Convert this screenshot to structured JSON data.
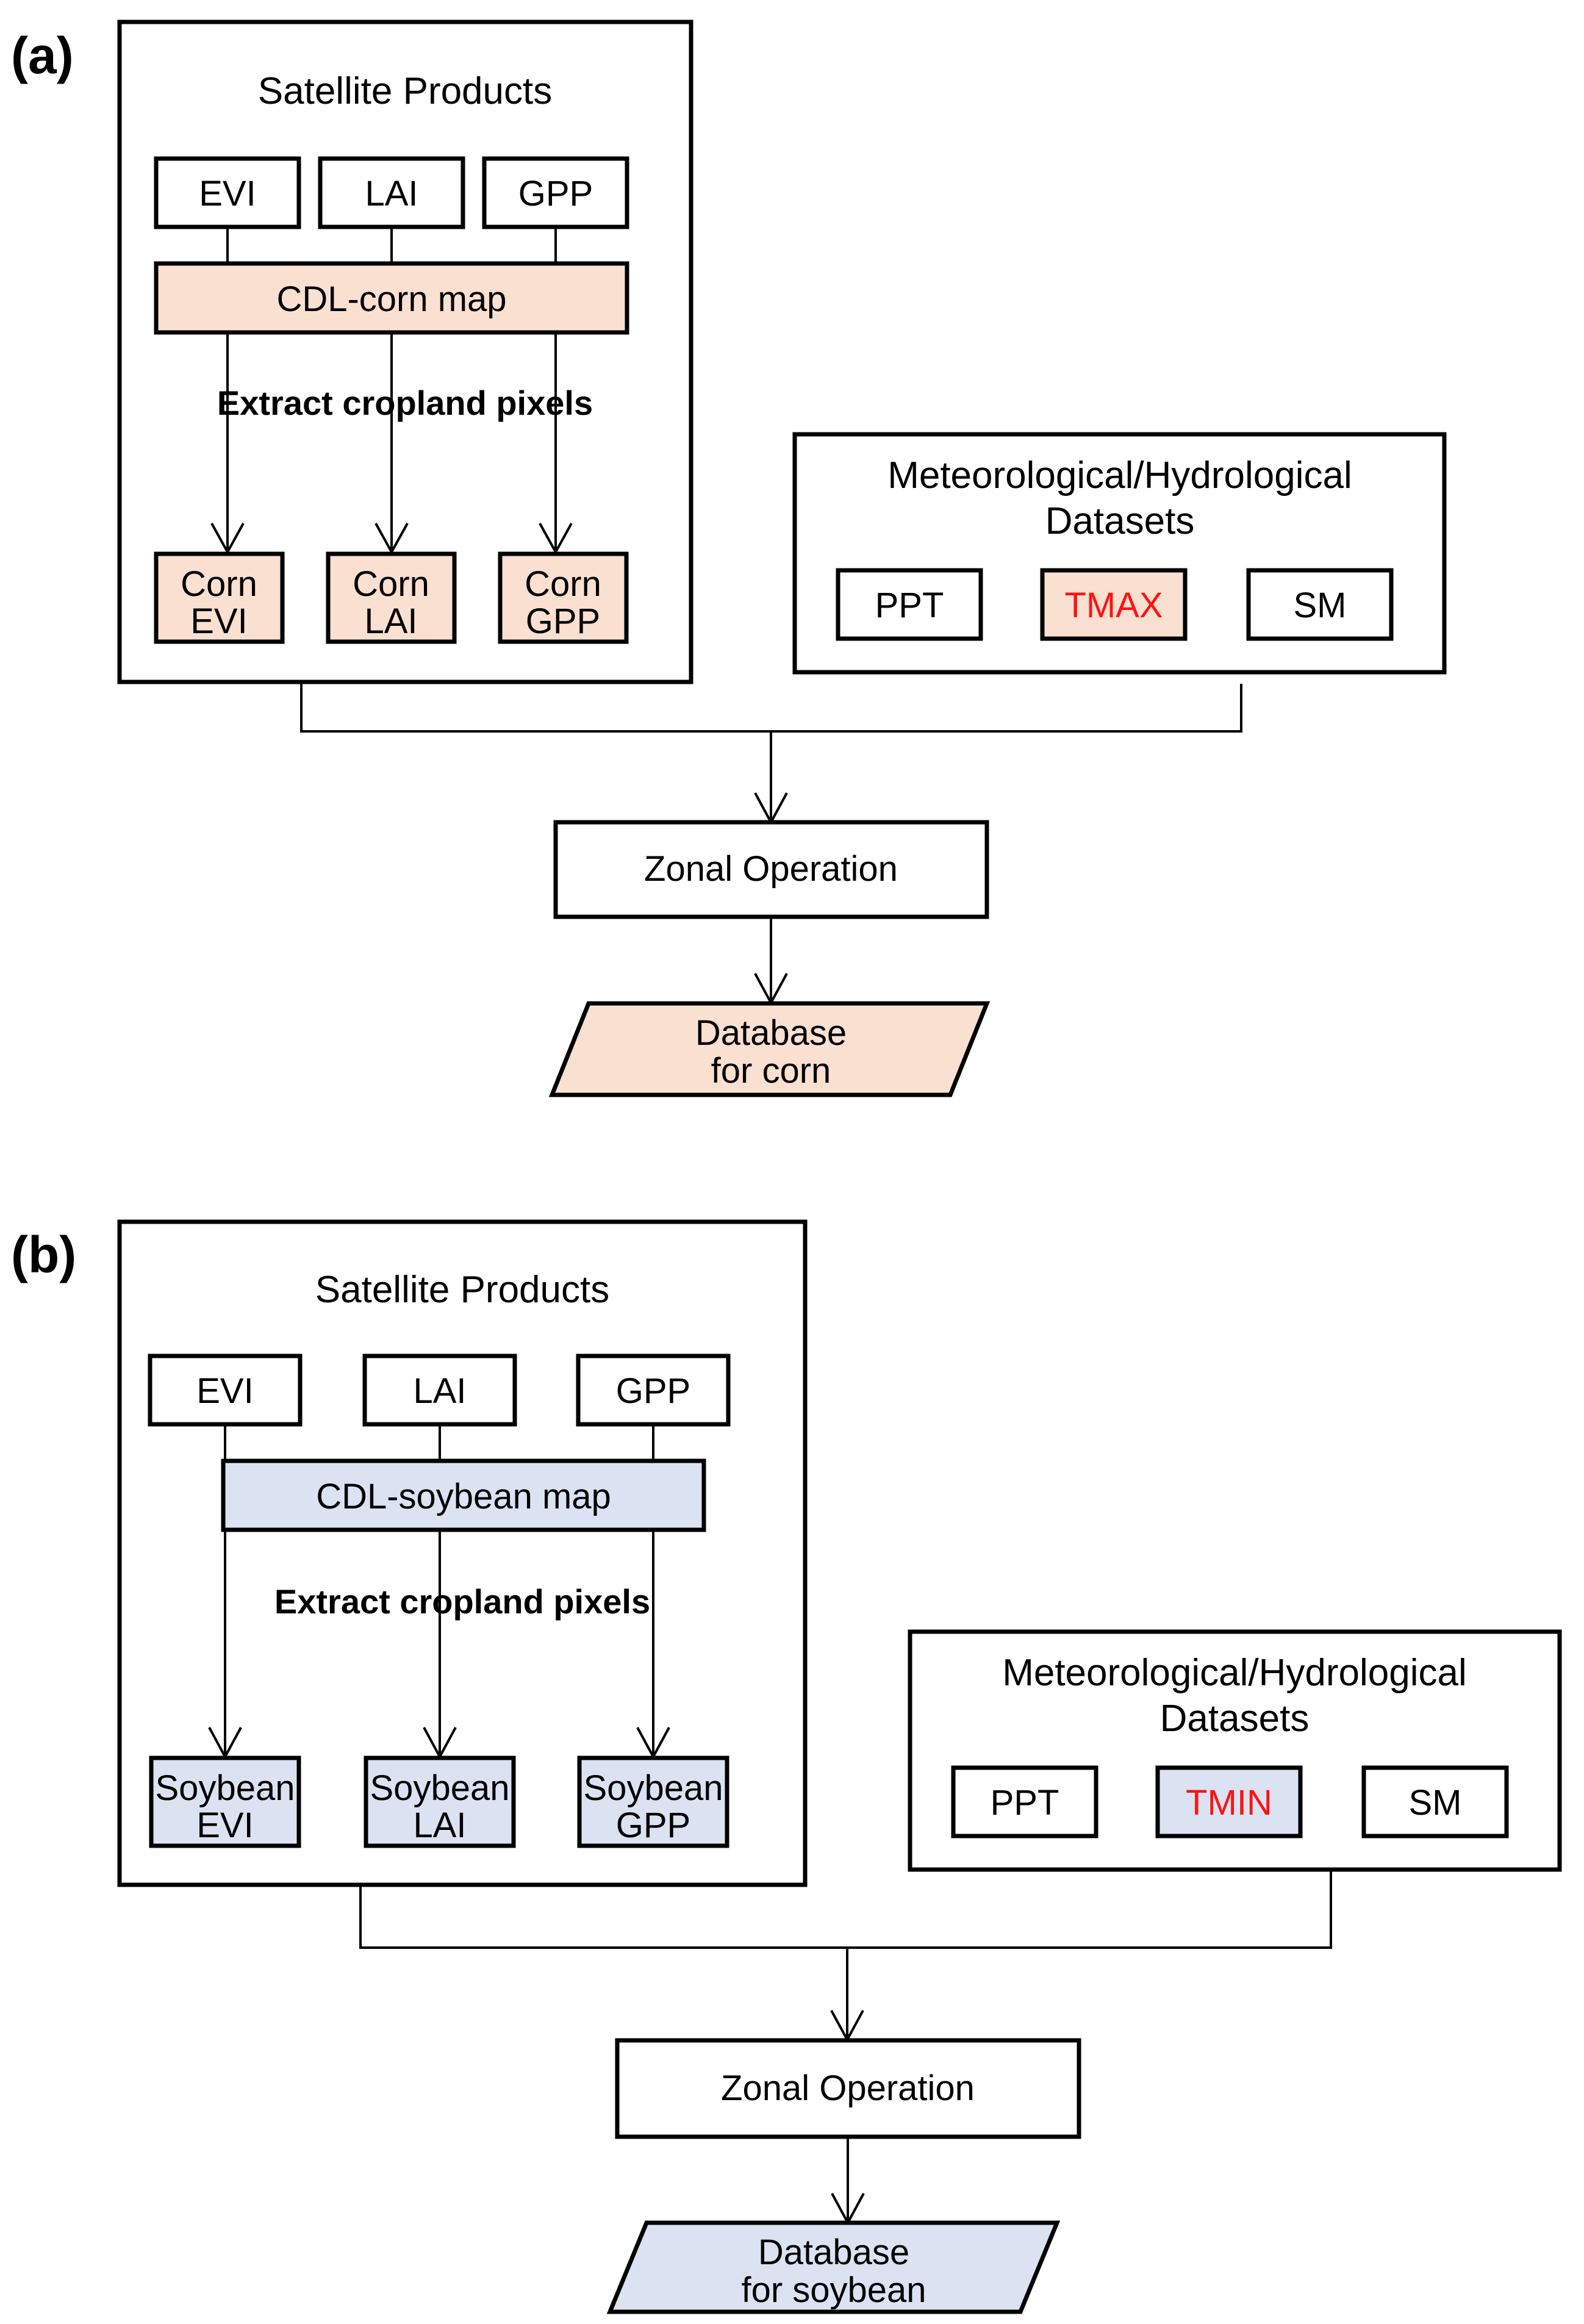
{
  "figure": {
    "type": "flowchart",
    "panels": [
      {
        "id": "a",
        "label": "(a)",
        "crop": "corn",
        "accent_color": "#fae0d1",
        "satellite_group": {
          "title": "Satellite Products",
          "inputs": [
            {
              "label": "EVI"
            },
            {
              "label": "LAI"
            },
            {
              "label": "GPP"
            }
          ],
          "mask": {
            "label": "CDL-corn map"
          },
          "edge_note": "Extract cropland pixels",
          "outputs": [
            {
              "line1": "Corn",
              "line2": "EVI"
            },
            {
              "line1": "Corn",
              "line2": "LAI"
            },
            {
              "line1": "Corn",
              "line2": "GPP"
            }
          ]
        },
        "met_group": {
          "title_line1": "Meteorological/Hydrological",
          "title_line2": "Datasets",
          "variables": [
            {
              "label": "PPT",
              "highlight": false
            },
            {
              "label": "TMAX",
              "highlight": true
            },
            {
              "label": "SM",
              "highlight": false
            }
          ]
        },
        "operation": {
          "label": "Zonal Operation"
        },
        "database": {
          "line1": "Database",
          "line2": "for corn"
        }
      },
      {
        "id": "b",
        "label": "(b)",
        "crop": "soybean",
        "accent_color": "#dbe3f2",
        "satellite_group": {
          "title": "Satellite Products",
          "inputs": [
            {
              "label": "EVI"
            },
            {
              "label": "LAI"
            },
            {
              "label": "GPP"
            }
          ],
          "mask": {
            "label": "CDL-soybean map"
          },
          "edge_note": "Extract cropland pixels",
          "outputs": [
            {
              "line1": "Soybean",
              "line2": "EVI"
            },
            {
              "line1": "Soybean",
              "line2": "LAI"
            },
            {
              "line1": "Soybean",
              "line2": "GPP"
            }
          ]
        },
        "met_group": {
          "title_line1": "Meteorological/Hydrological",
          "title_line2": "Datasets",
          "variables": [
            {
              "label": "PPT",
              "highlight": false
            },
            {
              "label": "TMIN",
              "highlight": true
            },
            {
              "label": "SM",
              "highlight": false
            }
          ]
        },
        "operation": {
          "label": "Zonal Operation"
        },
        "database": {
          "line1": "Database",
          "line2": "for soybean"
        }
      }
    ],
    "colors": {
      "corn_fill": "#fae0d1",
      "soybean_fill": "#dbe3f2",
      "highlight_text": "#ff1212",
      "stroke": "#000000",
      "background": "#ffffff"
    }
  }
}
